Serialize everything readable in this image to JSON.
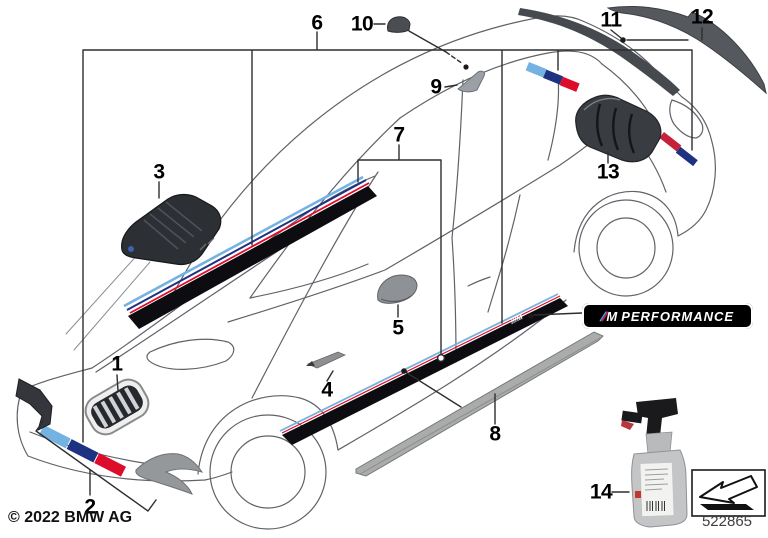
{
  "callouts": [
    "1",
    "2",
    "3",
    "4",
    "5",
    "6",
    "7",
    "8",
    "9",
    "10",
    "11",
    "12",
    "13",
    "14"
  ],
  "footer": {
    "copyright": "© 2022 BMW AG",
    "diagram_number": "522865"
  },
  "badge": {
    "slashes": [
      "/",
      "/",
      "/"
    ],
    "m": "M",
    "text": "PERFORMANCE"
  },
  "sill_mark": "///M",
  "colors": {
    "m_light_blue": "#74b2e2",
    "m_dark_blue": "#1e3282",
    "m_red": "#dc0c2a",
    "decal_black": "#0d0d11",
    "part_dark_gray": "#46494e",
    "part_light_gray": "#aaacab"
  }
}
